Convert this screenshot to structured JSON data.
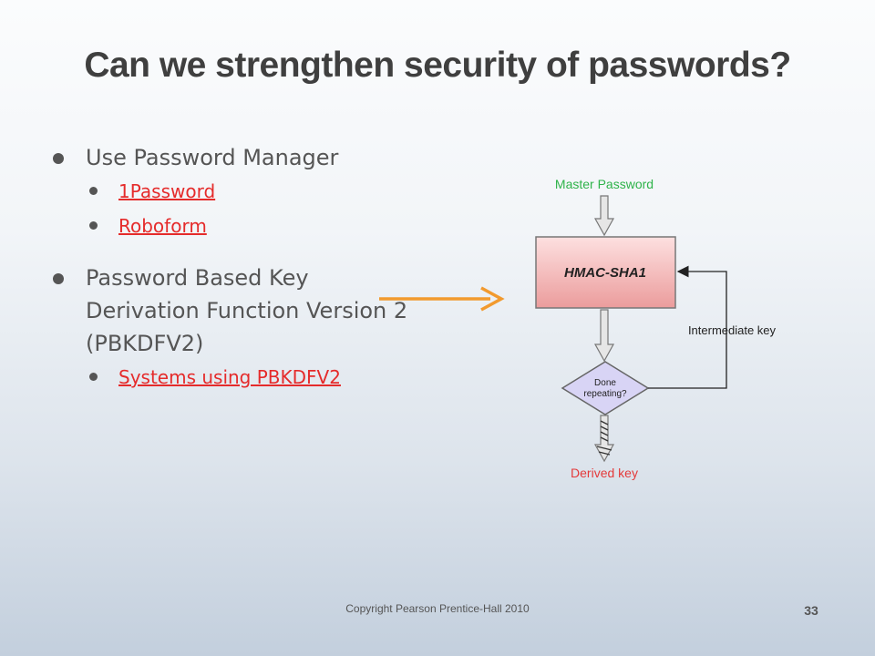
{
  "slide": {
    "title": "Can we strengthen security of passwords?",
    "bullets": [
      {
        "text": "Use Password Manager",
        "subitems": [
          "1Password",
          "Roboform"
        ]
      },
      {
        "text_lines": [
          "Password Based Key",
          "Derivation Function Version 2",
          "(PBKDFV2)"
        ],
        "subitems": [
          "Systems using PBKDFV2"
        ]
      }
    ],
    "footer": "Copyright Pearson Prentice-Hall 2010",
    "page_number": "33"
  },
  "diagram": {
    "master_password": "Master Password",
    "hmac_label": "HMAC-SHA1",
    "intermediate_key": "Intermediate key",
    "done_line1": "Done",
    "done_line2": "repeating?",
    "derived_key": "Derived key",
    "colors": {
      "green": "#2fb34a",
      "red": "#e43a3a",
      "orange_arrow": "#f29a2e",
      "box_fill": "#f3b6b6",
      "diamond_fill": "#d8d4f5"
    }
  }
}
